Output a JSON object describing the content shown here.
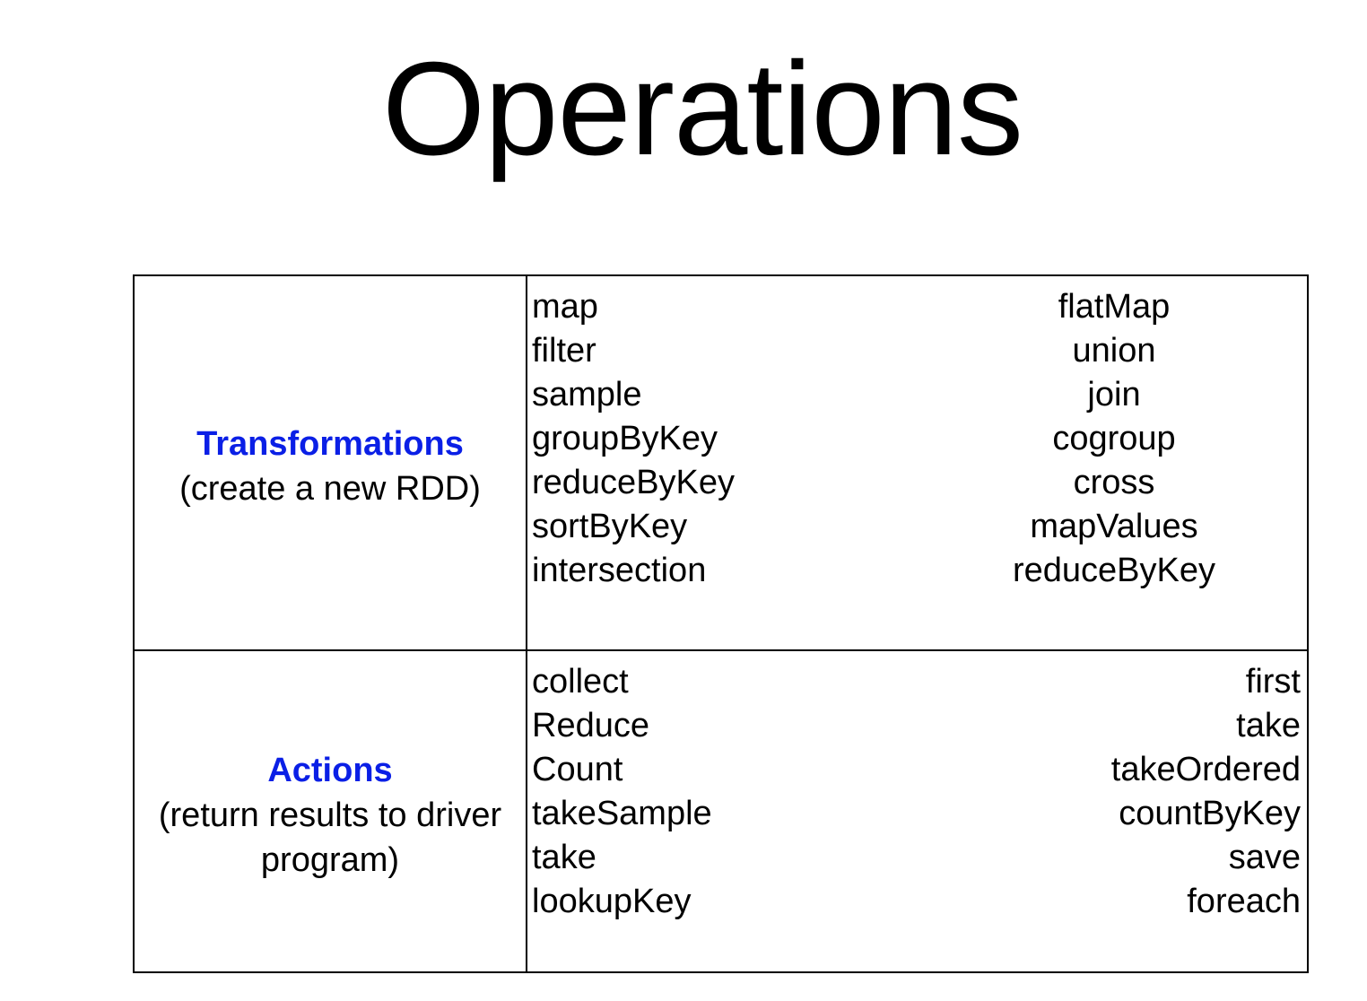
{
  "title": "Operations",
  "accent_color": "#0a1fe6",
  "transformations": {
    "name": "Transformations",
    "description": "(create a new RDD)",
    "left_ops": [
      "map",
      "filter",
      "sample",
      "groupByKey",
      "reduceByKey",
      "sortByKey",
      "intersection"
    ],
    "right_ops": [
      "flatMap",
      "union",
      "join",
      "cogroup",
      "cross",
      "mapValues",
      "reduceByKey"
    ]
  },
  "actions": {
    "name": "Actions",
    "description_line1": "(return results to driver",
    "description_line2": "program)",
    "left_ops": [
      "collect",
      "Reduce",
      "Count",
      "takeSample",
      "take",
      "lookupKey"
    ],
    "right_ops": [
      "first",
      "take",
      "takeOrdered",
      "countByKey",
      "save",
      "foreach"
    ]
  }
}
